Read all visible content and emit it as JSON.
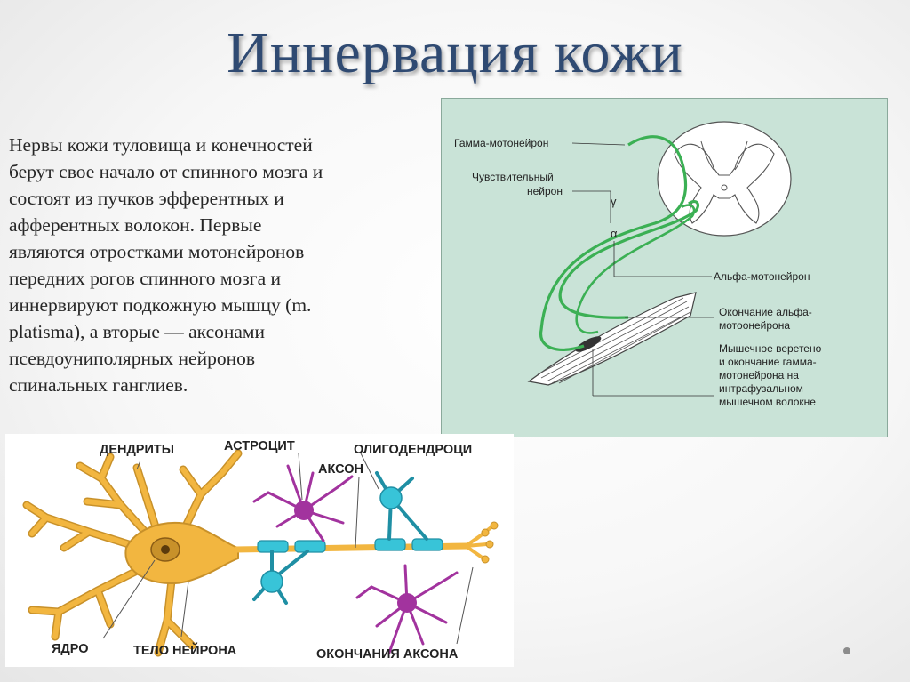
{
  "slide": {
    "title": "Иннервация кожи",
    "body_lines": [
      "Нервы кожи туловища и конечностей",
      "берут свое начало от спинного мозга и",
      "состоят из пучков эфферентных и",
      "афферентных волокон. Первые",
      "являются отростками мотонейронов",
      "передних рогов спинного мозга и",
      "иннервируют подкожную мышцу (m.",
      "platisma), а вторые — аксонами",
      "псевдоуниполярных нейронов",
      "спинальных ганглиев."
    ]
  },
  "spinal_diagram": {
    "labels": {
      "gamma_motoneuron": "Гамма-мотонейрон",
      "sensory_line1": "Чувствительный",
      "sensory_line2": "нейрон",
      "gamma_symbol": "γ",
      "alpha_symbol": "α",
      "alpha_motoneuron": "Альфа-мотонейрон",
      "alpha_ending_line1": "Окончание альфа-",
      "alpha_ending_line2": "мотоонейрона",
      "spindle_line1": "Мышечное веретено",
      "spindle_line2": "и окончание гамма-",
      "spindle_line3": "мотонейрона на",
      "spindle_line4": "интрафузальном",
      "spindle_line5": "мышечном волокне"
    },
    "colors": {
      "background": "#c9e3d7",
      "nerve": "#3bb054"
    }
  },
  "neuron_diagram": {
    "labels": {
      "dendrites": "ДЕНДРИТЫ",
      "astrocyte": "АСТРОЦИТ",
      "oligodendrocyte": "ОЛИГОДЕНДРОЦИ",
      "axon": "АКСОН",
      "nucleus": "ЯДРО",
      "neuron_body": "ТЕЛО НЕЙРОНА",
      "axon_endings": "ОКОНЧАНИЯ АКСОНА"
    },
    "colors": {
      "neuron": "#f2b640",
      "astrocyte": "#a2339e",
      "oligodendrocyte": "#38c4d8"
    }
  }
}
